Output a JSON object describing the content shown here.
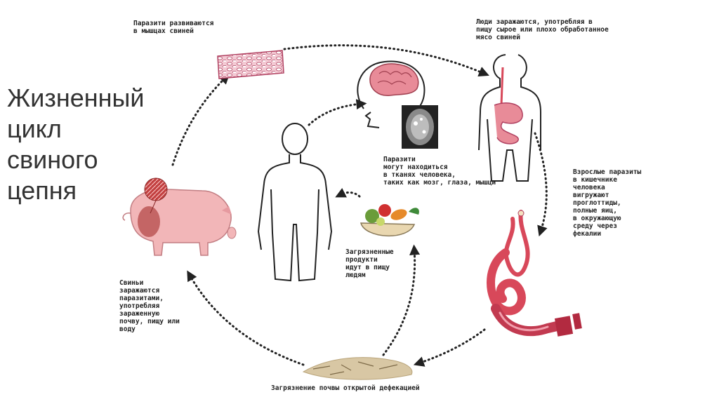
{
  "title": "Жизненный\nцикл\nсвиного\nцепня",
  "labels": {
    "muscles": "Паразити развиваются\nв мышцах свиней",
    "infection": "Люди заражаются, употребляя в\nпищу сырое или плохо обработанное\nмясо свиней",
    "tissues": "Паразити\nмогут находиться\nв тканях человека,\nтаких как мозг, глаза, мышци",
    "adults": "Взрослые паразиты\nв кишечнике\nчеловека\nвигружают\nпроглоттиды,\nполные яиц,\nв окружающую\nсреду через\nфекалии",
    "food": "Загрязненные\nпродукти\nидут в пищу\nлюдям",
    "pigs": "Свиньи\nзаражаются\nпаразитами,\nупотребляя\nзараженную\nпочву, пищу или\nводу",
    "soil": "Загрязнение почвы открытой дефекацией"
  },
  "colors": {
    "arrow": "#222222",
    "tissue": "#c8506e",
    "pig": "#f2b6b8",
    "worm": "#d8485a",
    "brain": "#e88b98",
    "soil": "#d8c7a4"
  }
}
